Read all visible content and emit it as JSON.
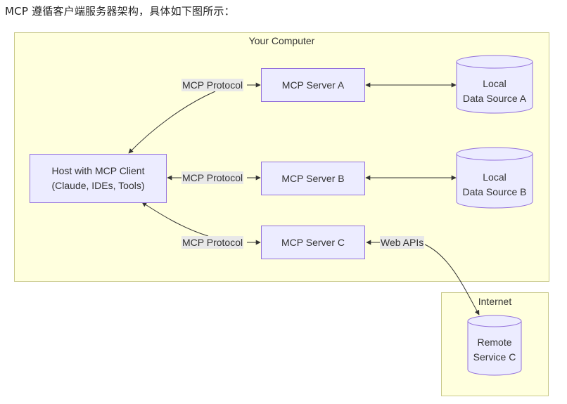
{
  "intro": "MCP 遵循客户端服务器架构，具体如下图所示：",
  "groups": {
    "your_computer": "Your Computer",
    "internet": "Internet"
  },
  "nodes": {
    "host_line1": "Host with MCP Client",
    "host_line2": "(Claude, IDEs, Tools)",
    "server_a": "MCP Server A",
    "server_b": "MCP Server B",
    "server_c": "MCP Server C",
    "local_a_line1": "Local",
    "local_a_line2": "Data Source A",
    "local_b_line1": "Local",
    "local_b_line2": "Data Source B",
    "remote_line1": "Remote",
    "remote_line2": "Service C"
  },
  "edge_labels": {
    "protocol_a": "MCP Protocol",
    "protocol_b": "MCP Protocol",
    "protocol_c": "MCP Protocol",
    "web_apis": "Web APIs"
  },
  "colors": {
    "node_fill": "#ececff",
    "node_stroke": "#9370db",
    "group_fill": "#ffffde",
    "group_stroke": "#c9c98a",
    "edge": "#333333",
    "label_bg": "#e8e8e8"
  }
}
